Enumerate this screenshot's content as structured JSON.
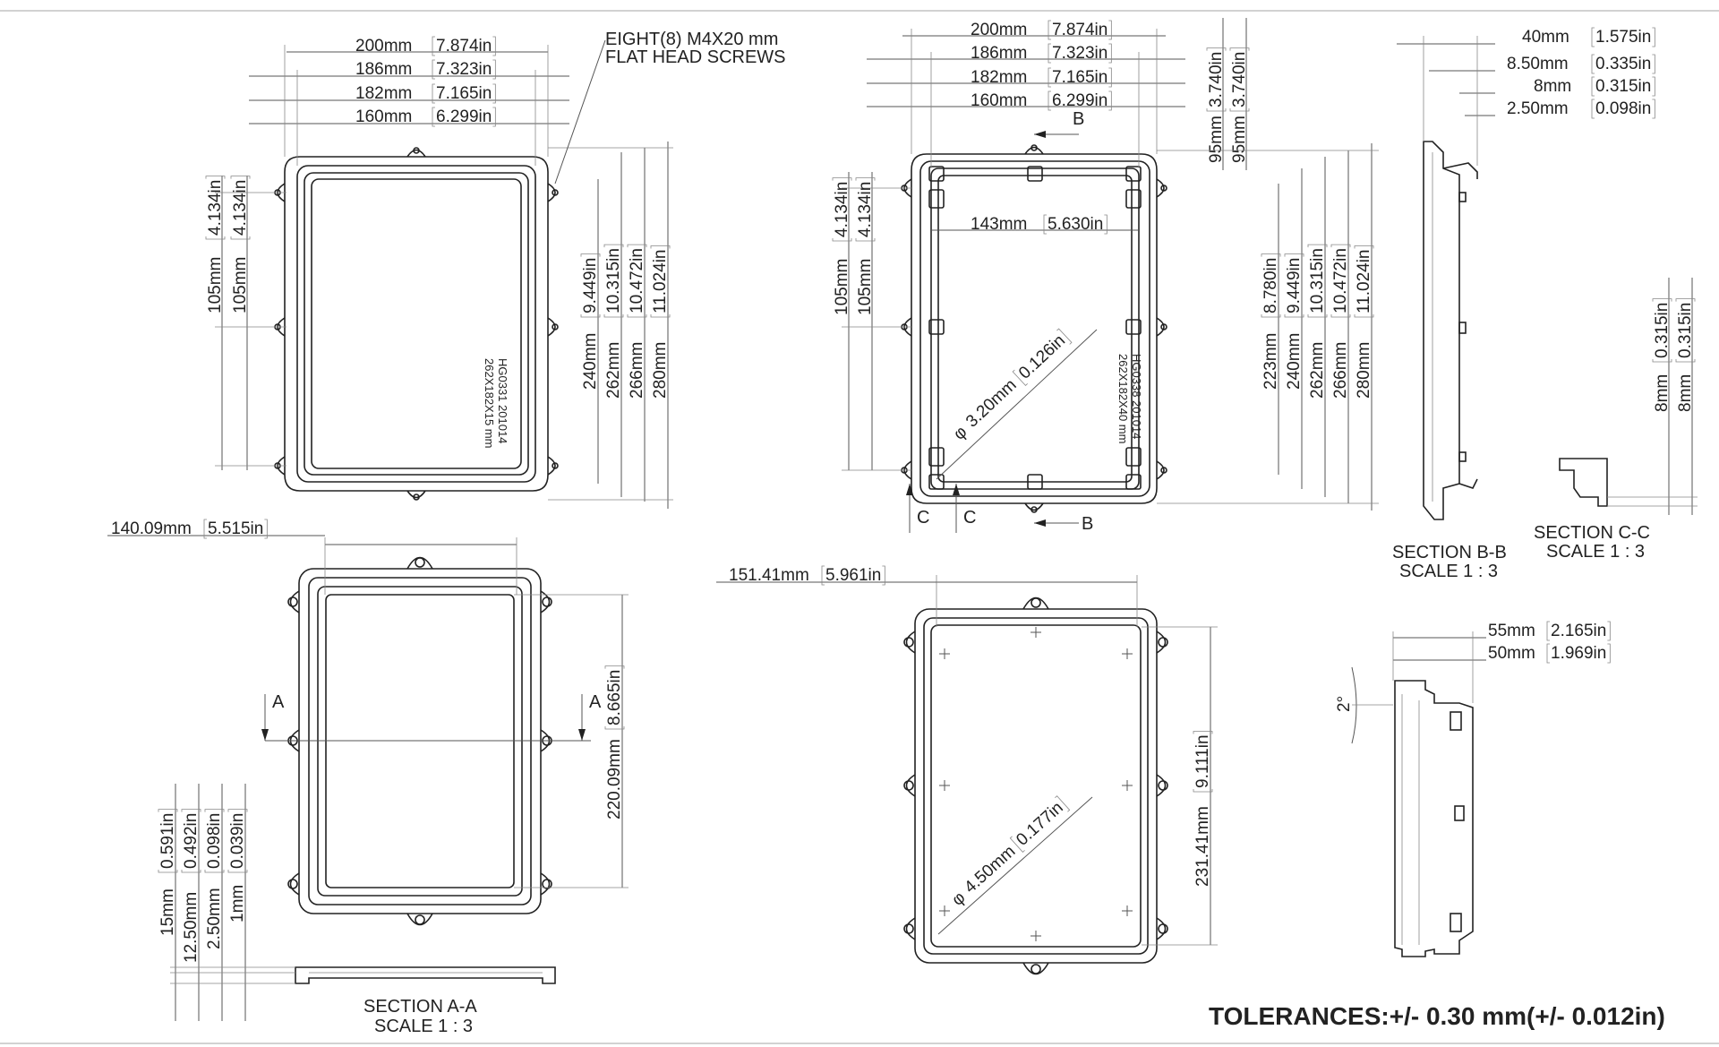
{
  "notes": {
    "screws_line1": "EIGHT(8) M4X20 mm",
    "screws_line2": "FLAT HEAD SCREWS",
    "tolerances": "TOLERANCES:+/- 0.30 mm(+/- 0.012in)"
  },
  "lid_top_view": {
    "widths": [
      {
        "mm": "200mm",
        "in": "7.874in"
      },
      {
        "mm": "186mm",
        "in": "7.323in"
      },
      {
        "mm": "182mm",
        "in": "7.165in"
      },
      {
        "mm": "160mm",
        "in": "6.299in"
      }
    ],
    "left_heights": [
      {
        "mm": "105mm",
        "in": "4.134in"
      },
      {
        "mm": "105mm",
        "in": "4.134in"
      }
    ],
    "right_heights": [
      {
        "mm": "240mm",
        "in": "9.449in"
      },
      {
        "mm": "262mm",
        "in": "10.315in"
      },
      {
        "mm": "266mm",
        "in": "10.472in"
      },
      {
        "mm": "280mm",
        "in": "11.024in"
      }
    ],
    "label_line1": "HG0331 201014",
    "label_line2": "262X182X15 mm"
  },
  "base_top_view": {
    "widths": [
      {
        "mm": "200mm",
        "in": "7.874in"
      },
      {
        "mm": "186mm",
        "in": "7.323in"
      },
      {
        "mm": "182mm",
        "in": "7.165in"
      },
      {
        "mm": "160mm",
        "in": "6.299in"
      }
    ],
    "vertical_95": [
      {
        "mm": "95mm",
        "in": "3.740in"
      },
      {
        "mm": "95mm",
        "in": "3.740in"
      }
    ],
    "left_heights": [
      {
        "mm": "105mm",
        "in": "4.134in"
      },
      {
        "mm": "105mm",
        "in": "4.134in"
      }
    ],
    "inner_width": {
      "mm": "143mm",
      "in": "5.630in"
    },
    "right_heights": [
      {
        "mm": "223mm",
        "in": "8.780in"
      },
      {
        "mm": "240mm",
        "in": "9.449in"
      },
      {
        "mm": "262mm",
        "in": "10.315in"
      },
      {
        "mm": "266mm",
        "in": "10.472in"
      },
      {
        "mm": "280mm",
        "in": "11.024in"
      }
    ],
    "diameter": {
      "mm": "3.20mm",
      "in": "0.126in",
      "symbol": "φ"
    },
    "label_line1": "HG0338 201014",
    "label_line2": "262X182X40 mm",
    "section_b": "B",
    "section_c": "C"
  },
  "section_bb": {
    "dims": [
      {
        "mm": "40mm",
        "in": "1.575in"
      },
      {
        "mm": "8.50mm",
        "in": "0.335in"
      },
      {
        "mm": "8mm",
        "in": "0.315in"
      },
      {
        "mm": "2.50mm",
        "in": "0.098in"
      }
    ],
    "title": "SECTION B-B",
    "scale": "SCALE 1 : 3"
  },
  "section_cc": {
    "dims": [
      {
        "mm": "8mm",
        "in": "0.315in"
      },
      {
        "mm": "8mm",
        "in": "0.315in"
      }
    ],
    "title": "SECTION C-C",
    "scale": "SCALE 1 : 3"
  },
  "lid_bottom_view": {
    "width": {
      "mm": "140.09mm",
      "in": "5.515in"
    },
    "height": {
      "mm": "220.09mm",
      "in": "8.665in"
    },
    "section_a": "A"
  },
  "section_aa": {
    "dims": [
      {
        "mm": "15mm",
        "in": "0.591in"
      },
      {
        "mm": "12.50mm",
        "in": "0.492in"
      },
      {
        "mm": "2.50mm",
        "in": "0.098in"
      },
      {
        "mm": "1mm",
        "in": "0.039in"
      }
    ],
    "title": "SECTION A-A",
    "scale": "SCALE 1 : 3"
  },
  "base_bottom_view": {
    "width": {
      "mm": "151.41mm",
      "in": "5.961in"
    },
    "height": {
      "mm": "231.41mm",
      "in": "9.111in"
    },
    "diameter": {
      "mm": "4.50mm",
      "in": "0.177in",
      "symbol": "φ"
    }
  },
  "side_view": {
    "dims": [
      {
        "mm": "55mm",
        "in": "2.165in"
      },
      {
        "mm": "50mm",
        "in": "1.969in"
      }
    ],
    "angle": "2°"
  }
}
